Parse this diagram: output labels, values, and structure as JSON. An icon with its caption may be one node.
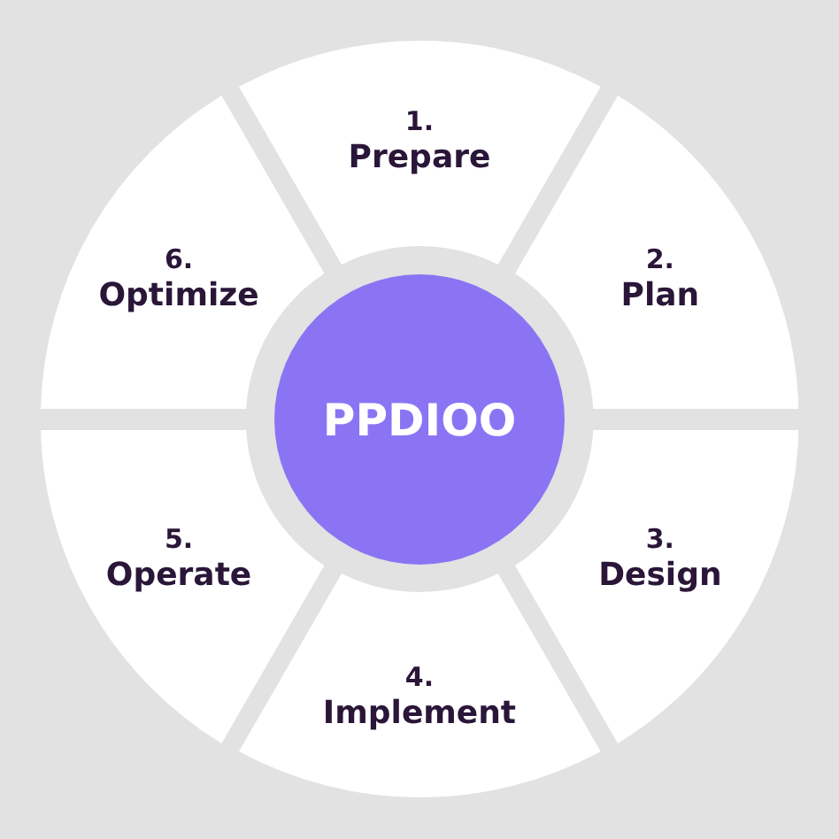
{
  "diagram": {
    "nodes": [
      {
        "text": [
          "1.",
          "Prepare"
        ]
      },
      {
        "text": [
          "2.",
          "Plan"
        ]
      },
      {
        "text": [
          "3.",
          "Design"
        ]
      },
      {
        "text": [
          "4.",
          "Implement"
        ]
      },
      {
        "text": [
          "5.",
          "Operate"
        ]
      },
      {
        "text": [
          "6.",
          "Optimize"
        ]
      },
      {
        "text": [
          "PPDIOO"
        ]
      }
    ],
    "edges": []
  }
}
